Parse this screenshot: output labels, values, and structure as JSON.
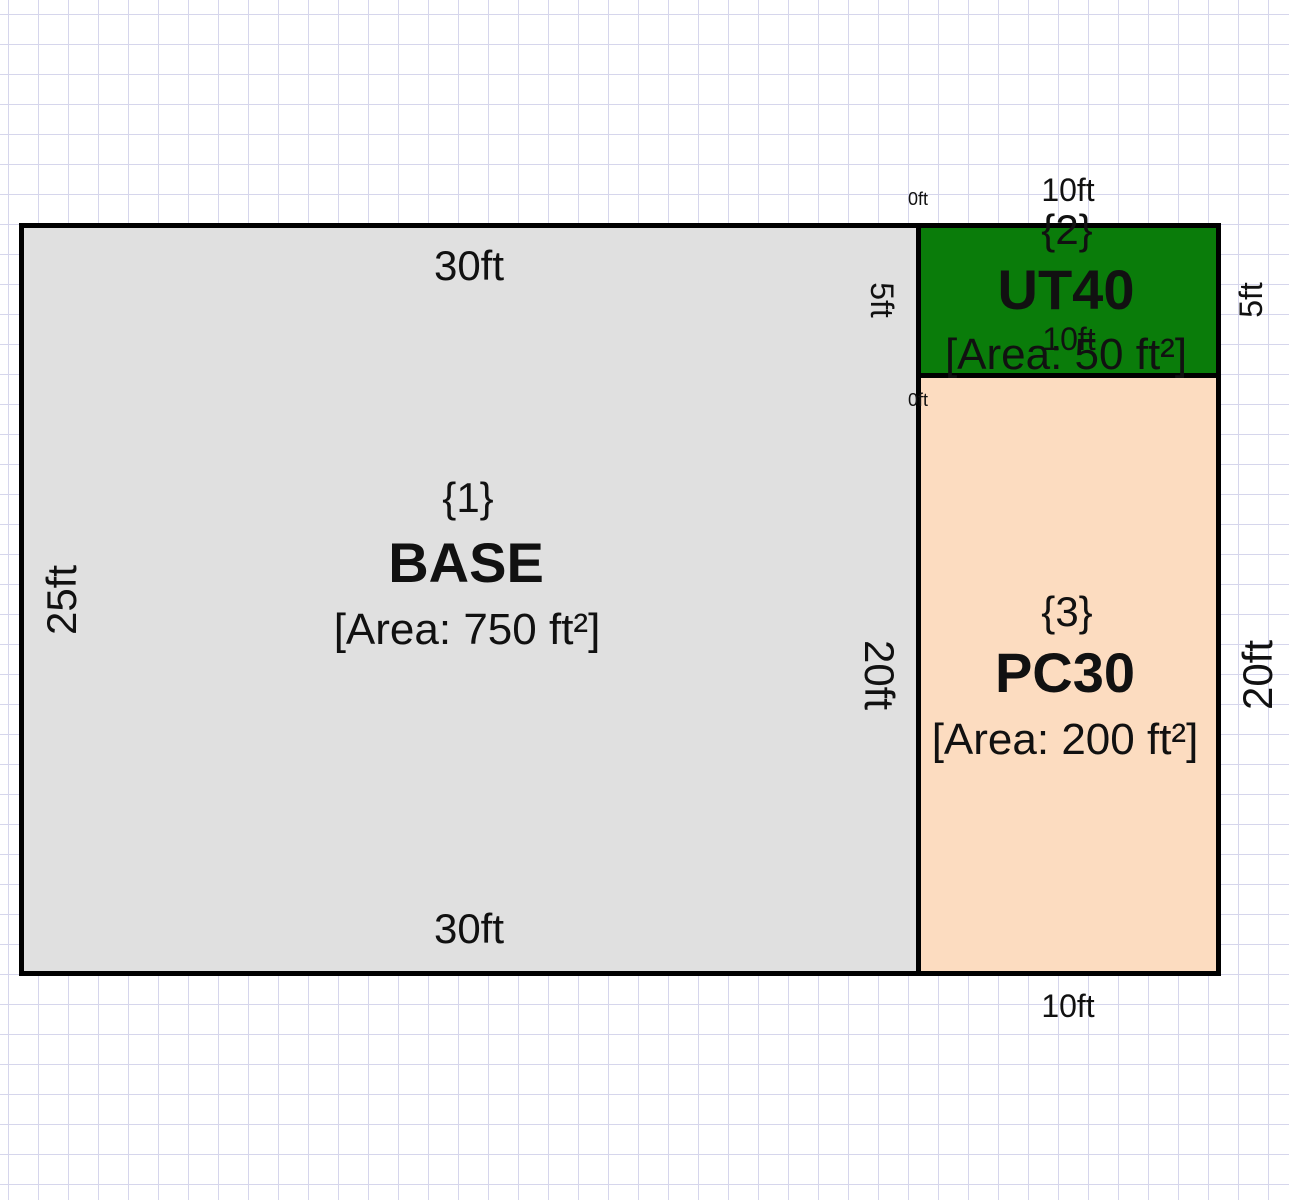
{
  "rooms": {
    "base": {
      "number": "{1}",
      "code": "BASE",
      "area": "[Area: 750 ft²]",
      "color": "#e0e0e0",
      "dims": {
        "top": "30ft",
        "bottom": "30ft",
        "left": "25ft",
        "right_lower": "20ft",
        "right_upper": "5ft"
      }
    },
    "ut40": {
      "number": "{2}",
      "code": "UT40",
      "area": "[Area: 50 ft²]",
      "color": "#0a7c0a",
      "dims": {
        "top": "10ft",
        "right": "5ft",
        "bottom": "10ft",
        "corner": "0ft"
      }
    },
    "pc30": {
      "number": "{3}",
      "code": "PC30",
      "area": "[Area: 200 ft²]",
      "color": "#fcdcc0",
      "dims": {
        "right": "20ft",
        "bottom": "10ft",
        "corner": "0ft"
      }
    }
  }
}
